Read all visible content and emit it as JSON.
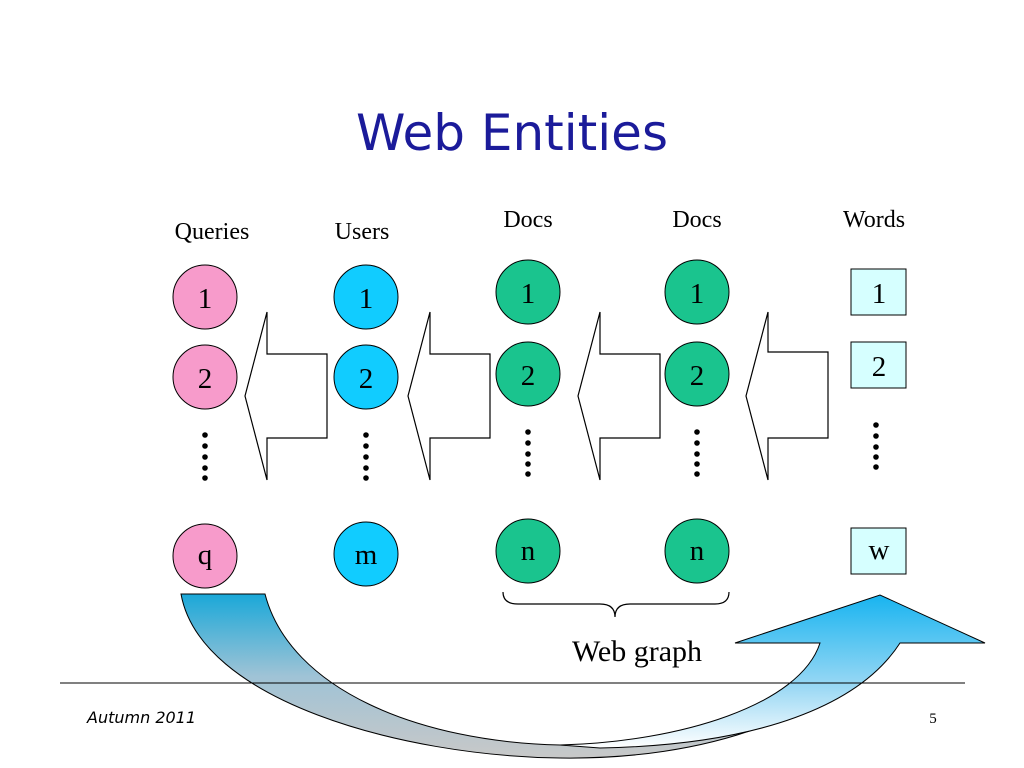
{
  "slide": {
    "title": "Web Entities",
    "footer_left": "Autumn  2011",
    "page_number": "5"
  },
  "columns": [
    {
      "header": "Queries",
      "items": [
        "1",
        "2",
        "q"
      ],
      "shape": "circle",
      "fill": "#f79bcb"
    },
    {
      "header": "Users",
      "items": [
        "1",
        "2",
        "m"
      ],
      "shape": "circle",
      "fill": "#11ccff"
    },
    {
      "header": "Docs",
      "items": [
        "1",
        "2",
        "n"
      ],
      "shape": "circle",
      "fill": "#1ac48e"
    },
    {
      "header": "Docs",
      "items": [
        "1",
        "2",
        "n"
      ],
      "shape": "circle",
      "fill": "#1ac48e"
    },
    {
      "header": "Words",
      "items": [
        "1",
        "2",
        "w"
      ],
      "shape": "square",
      "fill": "#d6ffff"
    }
  ],
  "brace_label": "Web graph",
  "colors": {
    "title": "#1b1b9a",
    "stroke": "#000000",
    "curved_arrow_top": "#18b4f0",
    "curved_arrow_bottom": "#ffffff"
  }
}
